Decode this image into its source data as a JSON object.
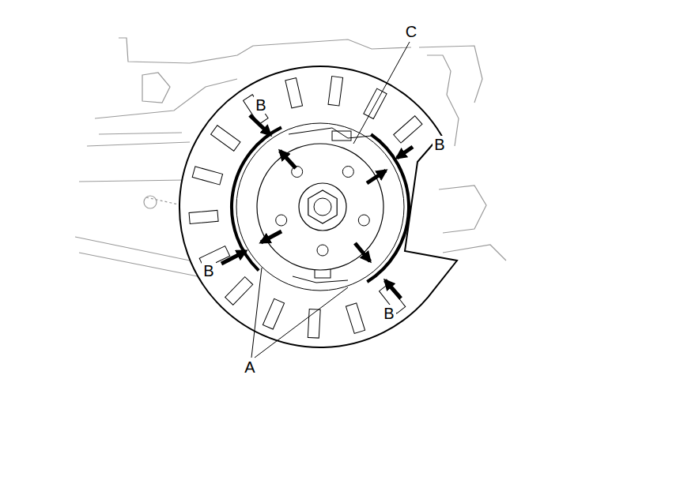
{
  "diagram": {
    "labels": [
      "C",
      "B",
      "B",
      "B",
      "B",
      "A"
    ]
  }
}
